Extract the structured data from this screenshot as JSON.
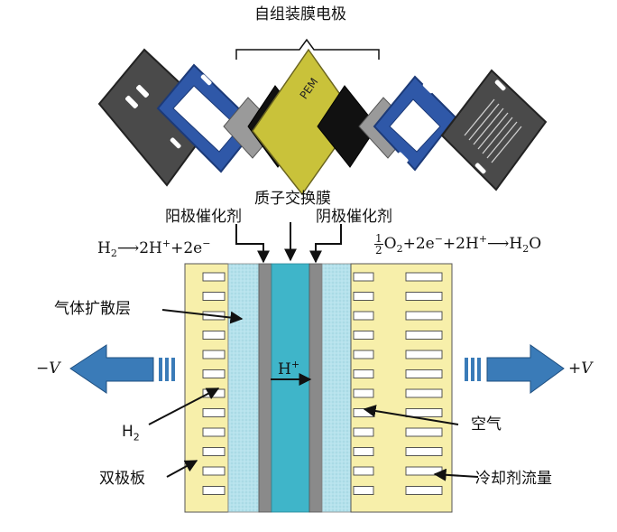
{
  "labels": {
    "mea": "自组装膜电极",
    "pem": "PEM",
    "membrane": "质子交换膜",
    "anode_catalyst": "阳极催化剂",
    "cathode_catalyst": "阴极催化剂",
    "gdl": "气体扩散层",
    "h2": "H",
    "h2_sub": "2",
    "bipolar_plate": "双极板",
    "air": "空气",
    "coolant": "冷却剂流量",
    "proton": "H",
    "proton_sup": "+"
  },
  "equations": {
    "anode": {
      "h": "H",
      "sub2": "2",
      "arrow": "⟶",
      "rest1": "2H",
      "sup": "+",
      "rest2": "+2e",
      "sup2": "−"
    },
    "cathode": {
      "num": "1",
      "den": "2",
      "o": "O",
      "sub2": "2",
      "p1": "+2e",
      "sup1": "−",
      "p2": "+2H",
      "sup2": "+",
      "arrow": "⟶",
      "h2o_h": "H",
      "h2o_sub": "2",
      "h2o_o": "O"
    }
  },
  "voltage": {
    "neg_sign": "−",
    "pos_sign": "+",
    "v": "V"
  },
  "colors": {
    "plate": "#f7efaa",
    "gdl": "#b5e2ec",
    "catalyst": "#8a8a8a",
    "membrane": "#3fb5c9",
    "arrow": "#3a7bb8",
    "pem_sheet": "#c9c23a",
    "frame": "#2f58a8",
    "dark_plate": "#4a4a4a",
    "black_sheet": "#111111",
    "gray_sheet": "#9a9a9a"
  }
}
